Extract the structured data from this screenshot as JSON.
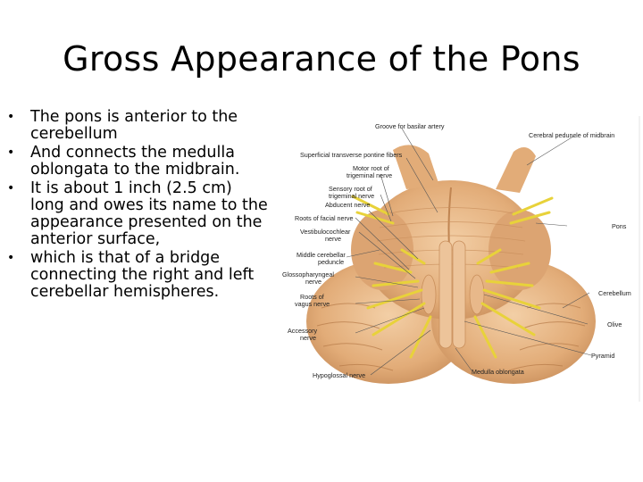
{
  "slide": {
    "title": "Gross Appearance of the Pons",
    "bullets": [
      "The pons is anterior to the cerebellum",
      "And  connects the medulla oblongata to the midbrain.",
      " It is about 1 inch (2.5 cm) long and owes its name to the appearance presented on the anterior surface,",
      "which is that of a bridge connecting the right and left cerebellar hemispheres."
    ],
    "bullet_glyph": "•"
  },
  "figure": {
    "labels": {
      "groove": "Groove for basilar artery",
      "cerebral_peduncle": "Cerebral peduncle of midbrain",
      "superficial": "Superficial transverse pontine fibers",
      "motor_root_1": "Motor root of",
      "motor_root_2": "trigeminal nerve",
      "sensory_root_1": "Sensory root of",
      "sensory_root_2": "trigeminal nerve",
      "abducent": "Abducent nerve",
      "facial": "Roots of facial nerve",
      "vestibulo_1": "Vestibulocochlear",
      "vestibulo_2": "nerve",
      "middle_cereb_1": "Middle cerebellar",
      "middle_cereb_2": "peduncle",
      "pons": "Pons",
      "glosso_1": "Glossopharyngeal",
      "glosso_2": "nerve",
      "vagus_1": "Roots of",
      "vagus_2": "vagus nerve",
      "cerebellum": "Cerebellum",
      "olive": "Olive",
      "accessory_1": "Accessory",
      "accessory_2": "nerve",
      "pyramid": "Pyramid",
      "hypoglossal": "Hypoglossal nerve",
      "medulla": "Medulla oblongata"
    },
    "colors": {
      "tissue": "#e8b88a",
      "tissue_dark": "#c98f5c",
      "nerve": "#e8d23a"
    }
  }
}
